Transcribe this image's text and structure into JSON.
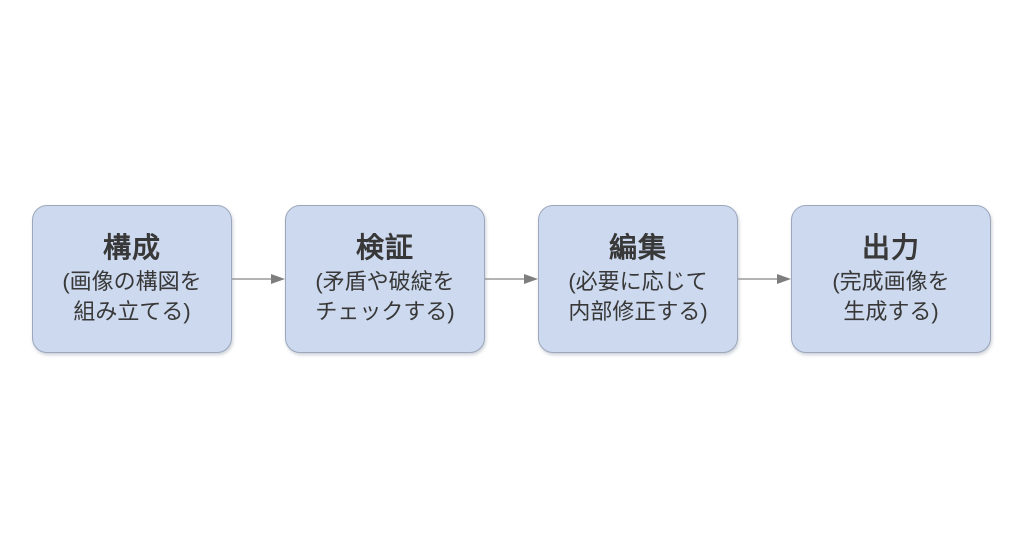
{
  "diagram": {
    "steps": [
      {
        "title": "構成",
        "desc_lines": [
          "(画像の構図を",
          "組み立てる)"
        ]
      },
      {
        "title": "検証",
        "desc_lines": [
          "(矛盾や破綻を",
          "チェックする)"
        ]
      },
      {
        "title": "編集",
        "desc_lines": [
          "(必要に応じて",
          "内部修正する)"
        ]
      },
      {
        "title": "出力",
        "desc_lines": [
          "(完成画像を",
          "生成する)"
        ]
      }
    ]
  },
  "colors": {
    "background": "#ffffff",
    "box_fill": "#cdd9ee",
    "box_border": "#9ca7bc",
    "text": "#383838",
    "arrow_line": "#9a9a9a",
    "arrow_head": "#7e7e7e"
  }
}
